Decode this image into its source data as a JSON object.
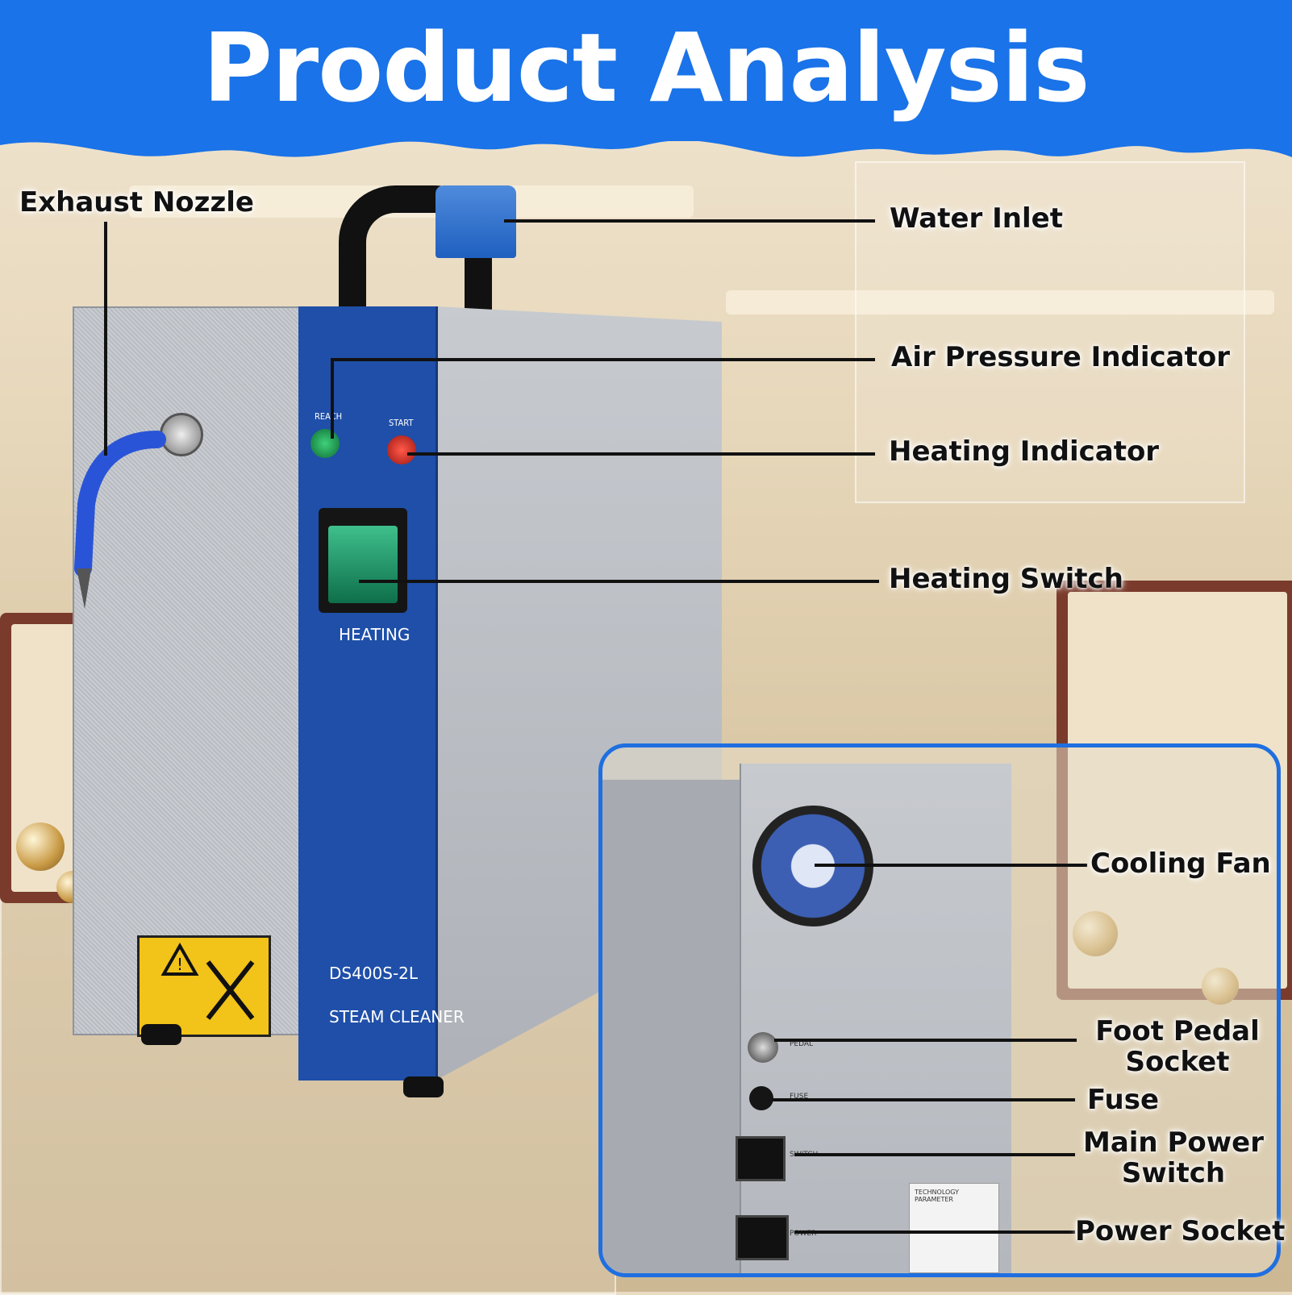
{
  "header": {
    "title": "Product Analysis",
    "color": "#1a73e8"
  },
  "product": {
    "led_left": "REACH",
    "led_right": "START",
    "switch_label": "HEATING",
    "model": "DS400S-2L",
    "type": "STEAM CLEANER"
  },
  "callouts": {
    "exhaust_nozzle": "Exhaust Nozzle",
    "water_inlet": "Water Inlet",
    "air_pressure_indicator": "Air Pressure Indicator",
    "heating_indicator": "Heating Indicator",
    "heating_switch": "Heating Switch",
    "cooling_fan": "Cooling Fan",
    "foot_pedal_socket_1": "Foot Pedal",
    "foot_pedal_socket_2": "Socket",
    "fuse": "Fuse",
    "main_power_switch_1": "Main Power",
    "main_power_switch_2": "Switch",
    "power_socket": "Power Socket"
  },
  "back_panel": {
    "pedal": "PEDAL",
    "fuse": "FUSE",
    "switch": "SWITCH",
    "power": "POWER",
    "plate_title": "TECHNOLOGY PARAMETER"
  },
  "colors": {
    "accent": "#1a73e8",
    "panel_blue": "#1f4fa8"
  }
}
